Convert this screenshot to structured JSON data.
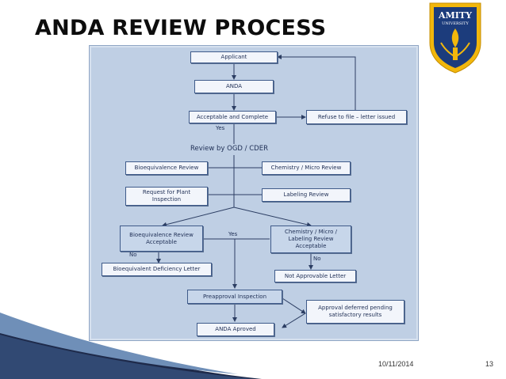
{
  "slide": {
    "title": "ANDA REVIEW PROCESS",
    "date": "10/11/2014",
    "page_number": "13"
  },
  "logo": {
    "line1": "AMITY",
    "line2": "UNIVERSITY",
    "colors": {
      "shield_outer": "#f2b70c",
      "shield_inner": "#1c3c7c"
    }
  },
  "flowchart": {
    "applicant": "Applicant",
    "anda": "ANDA",
    "acceptable_complete": "Acceptable and Complete",
    "refuse_to_file": "Refuse to file – letter issued",
    "yes_top": "Yes",
    "review_by": "Review by OGD / CDER",
    "bioequivalence_review": "Bioequivalence Review",
    "chemistry_micro_review": "Chemistry / Micro Review",
    "request_plant_inspection": "Request for Plant Inspection",
    "labeling_review": "Labeling Review",
    "bioequivalence_acceptable": "Bioequivalence Review Acceptable",
    "yes_mid": "Yes",
    "chem_labeling_acceptable": "Chemistry / Micro / Labeling Review Acceptable",
    "no_left": "No",
    "no_right": "No",
    "bioequivalent_deficiency": "Bioequivalent Deficiency Letter",
    "not_approvable": "Not Approvable Letter",
    "preapproval_inspection": "Preapproval Inspection",
    "approval_deferred": "Approval deferred pending satisfactory results",
    "anda_approved": "ANDA Aproved"
  },
  "colors": {
    "panel": "#bfcfe4",
    "box_border": "#3f5b8a",
    "text": "#1f2f55"
  }
}
